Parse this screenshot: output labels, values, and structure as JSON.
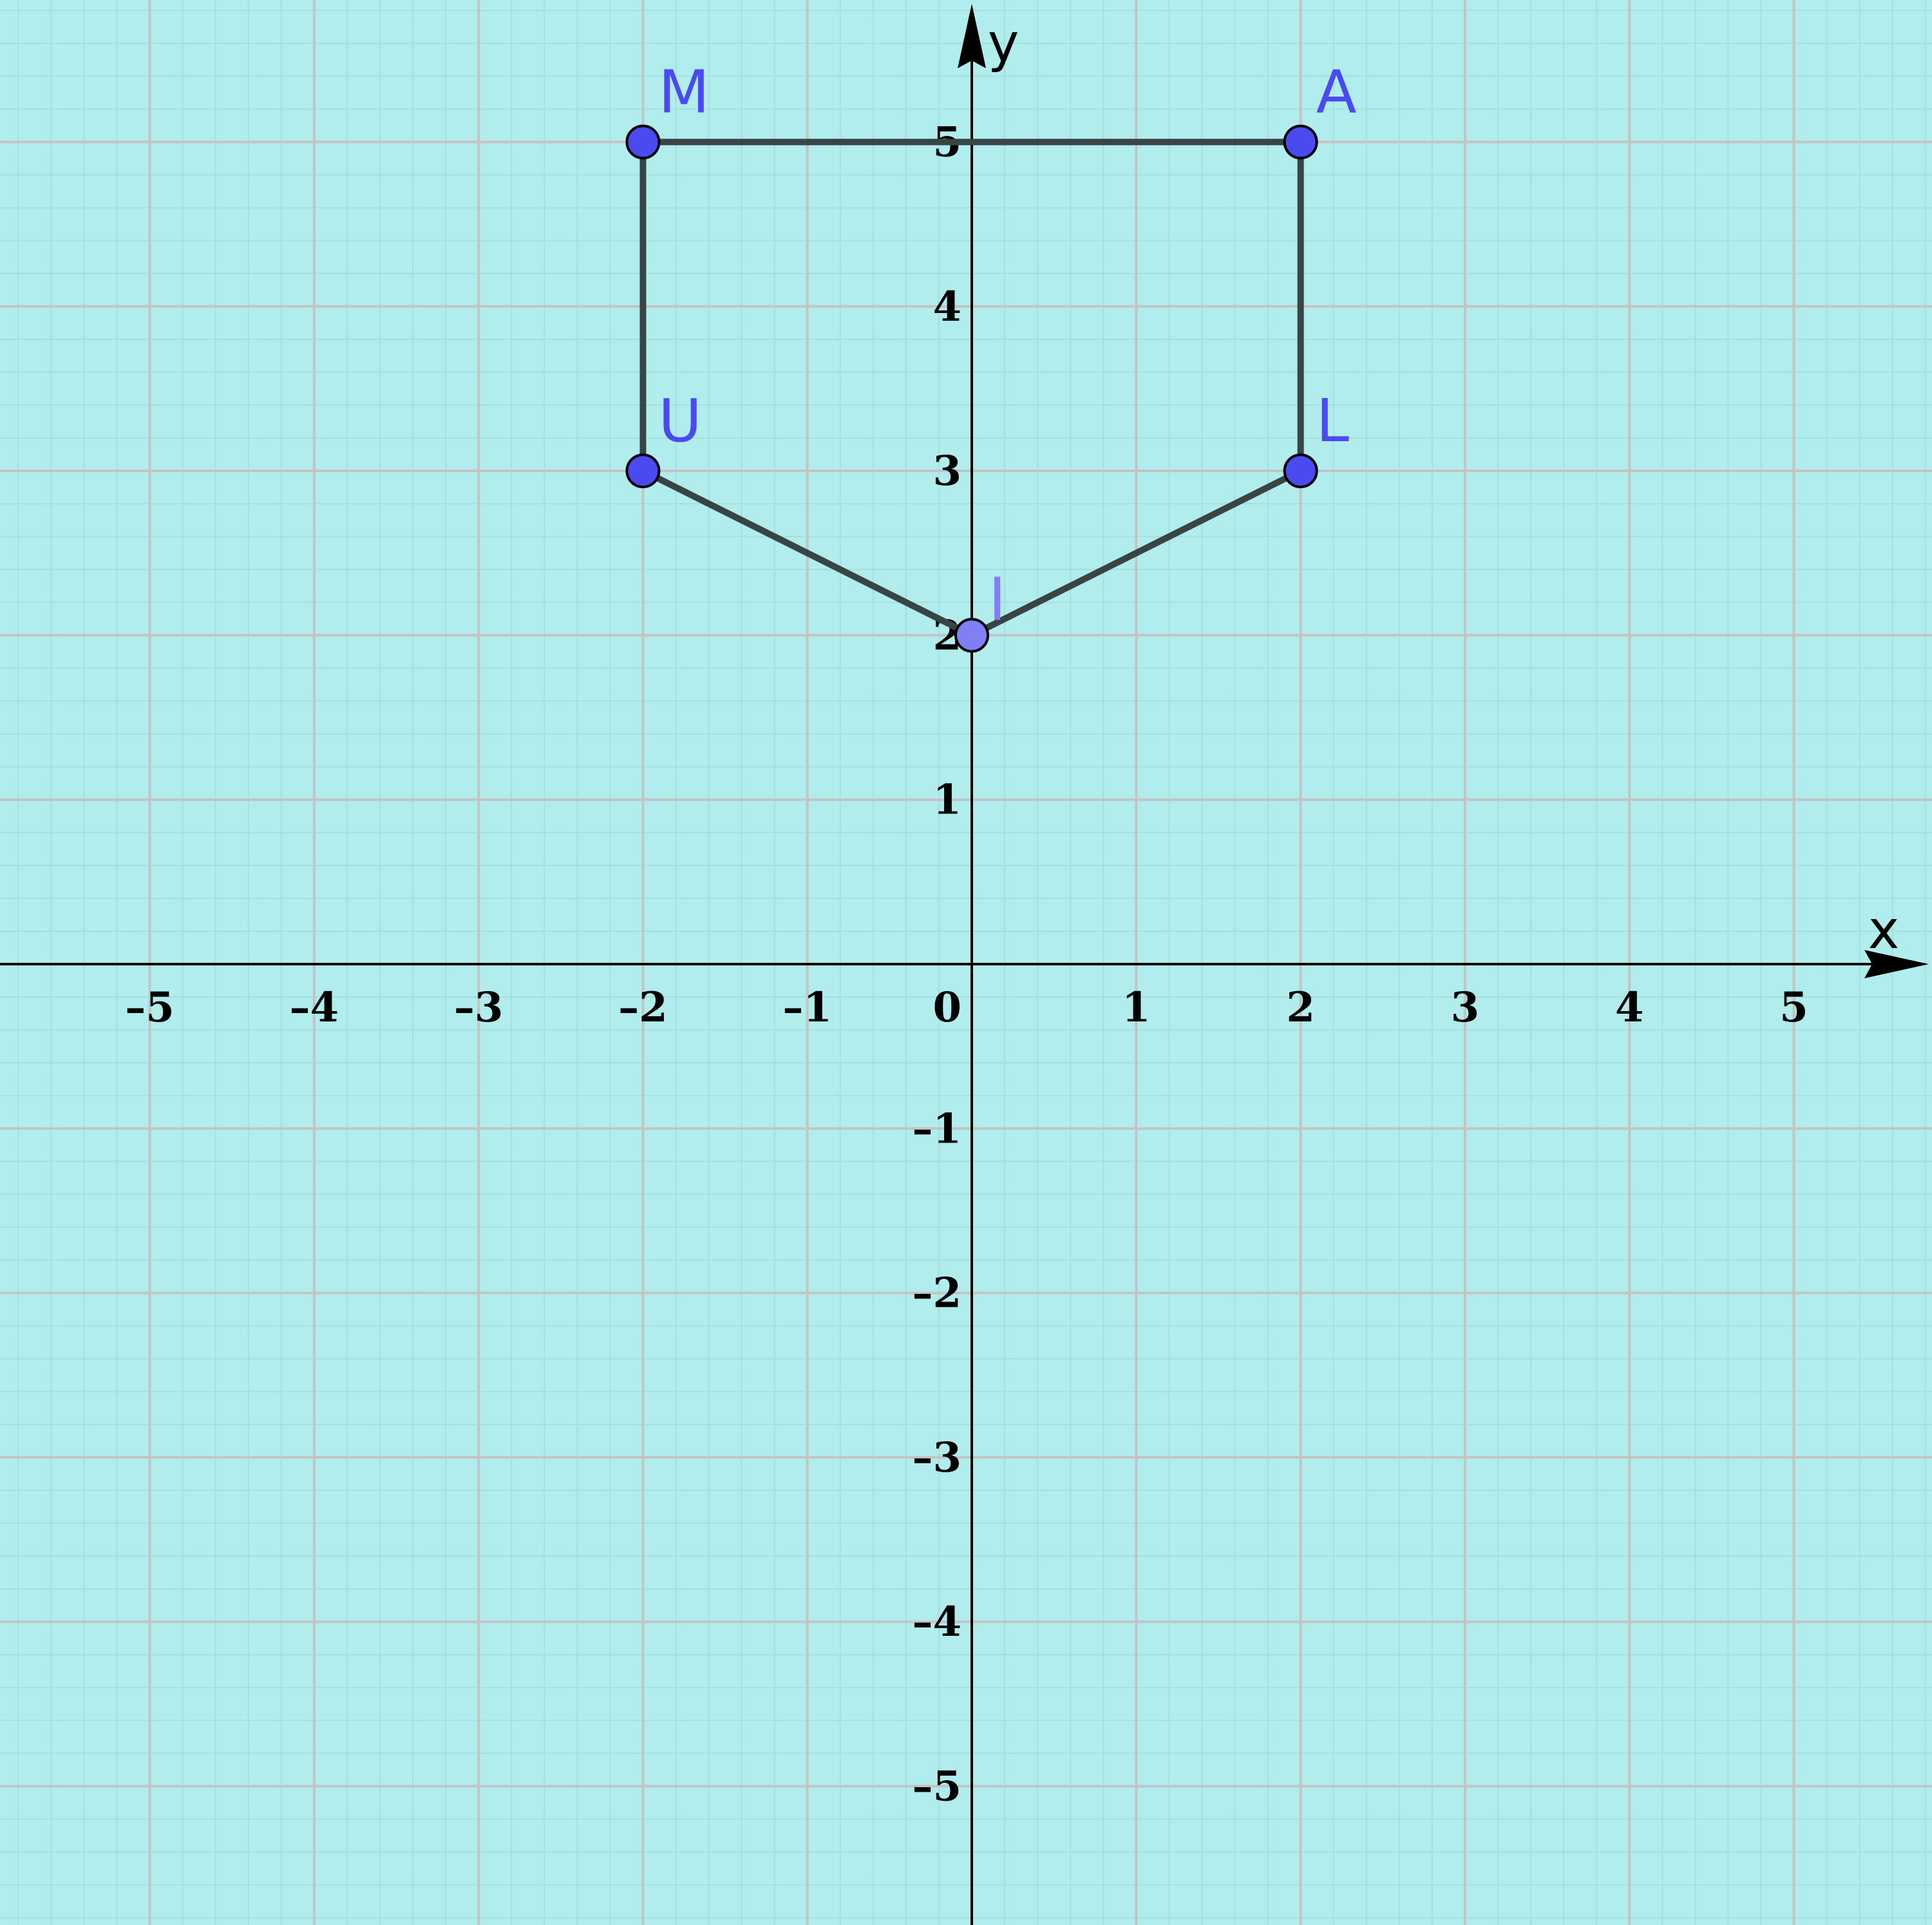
{
  "colors": {
    "background": "#b2eded",
    "minor_grid": "#a6dede",
    "major_grid": "#c4c4c4",
    "axis": "#000000",
    "polygon_stroke": "#394545",
    "point_fill": "#4a4af0",
    "point_fill_light": "#8080f4",
    "point_label": "#4a4af0",
    "point_label_light": "#8080f4"
  },
  "chart_data": {
    "type": "scatter",
    "title": "",
    "xlabel": "x",
    "ylabel": "y",
    "xlim": [
      -5.9,
      5.8
    ],
    "ylim": [
      -5.85,
      5.85
    ],
    "grid": true,
    "minor_grid_step": 0.2,
    "major_grid_step": 1,
    "x_ticks": [
      {
        "value": -5,
        "label": "–5"
      },
      {
        "value": -4,
        "label": "–4"
      },
      {
        "value": -3,
        "label": "–3"
      },
      {
        "value": -2,
        "label": "–2"
      },
      {
        "value": -1,
        "label": "–1"
      },
      {
        "value": 1,
        "label": "1"
      },
      {
        "value": 2,
        "label": "2"
      },
      {
        "value": 3,
        "label": "3"
      },
      {
        "value": 4,
        "label": "4"
      },
      {
        "value": 5,
        "label": "5"
      }
    ],
    "y_ticks": [
      {
        "value": -5,
        "label": "–5"
      },
      {
        "value": -4,
        "label": "–4"
      },
      {
        "value": -3,
        "label": "–3"
      },
      {
        "value": -2,
        "label": "–2"
      },
      {
        "value": -1,
        "label": "–1"
      },
      {
        "value": 1,
        "label": "1"
      },
      {
        "value": 2,
        "label": "2"
      },
      {
        "value": 3,
        "label": "3"
      },
      {
        "value": 4,
        "label": "4"
      },
      {
        "value": 5,
        "label": "5"
      }
    ],
    "origin_label": "0",
    "points": [
      {
        "label": "M",
        "x": -2,
        "y": 5,
        "style": "dark"
      },
      {
        "label": "A",
        "x": 2,
        "y": 5,
        "style": "dark"
      },
      {
        "label": "L",
        "x": 2,
        "y": 3,
        "style": "dark"
      },
      {
        "label": "I",
        "x": 0,
        "y": 2,
        "style": "light"
      },
      {
        "label": "U",
        "x": -2,
        "y": 3,
        "style": "dark"
      }
    ],
    "polygon": [
      "M",
      "A",
      "L",
      "I",
      "U"
    ]
  }
}
